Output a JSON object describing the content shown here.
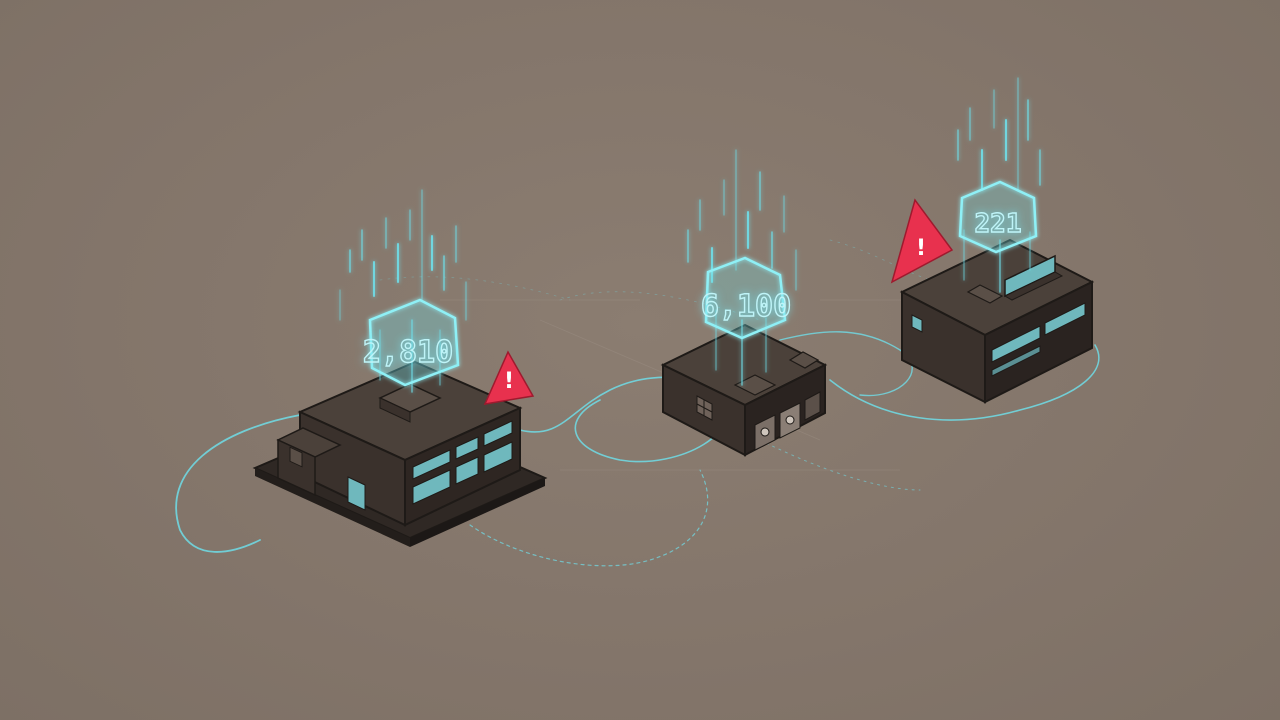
{
  "scene": {
    "background": "#85776b",
    "accent_cyan": "#6fdde8",
    "alert_red": "#e8314e",
    "building_dark": "#3a312c",
    "building_roof": "#4a403a"
  },
  "buildings": [
    {
      "id": "left",
      "holo_label": "2,810",
      "has_alert": true,
      "alert_symbol": "!"
    },
    {
      "id": "center",
      "holo_label": "6,100",
      "has_alert": false,
      "alert_symbol": ""
    },
    {
      "id": "right",
      "holo_label": "221",
      "has_alert": true,
      "alert_symbol": "!"
    }
  ]
}
